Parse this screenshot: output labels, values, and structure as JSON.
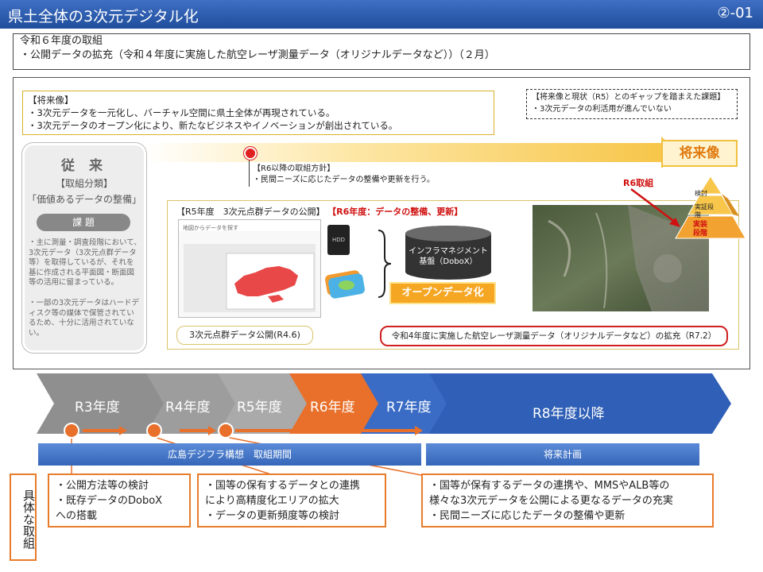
{
  "header": {
    "title": "県土全体の3次元デジタル化",
    "code": "②-01"
  },
  "intro": {
    "line1": "令和６年度の取組",
    "line2": "・公開データの拡充（令和４年度に実施した航空レーザ測量データ（オリジナルデータなど））（２月）"
  },
  "vision": {
    "heading": "【将来像】",
    "items": [
      "・3次元データを一元化し、バーチャル空間に県土全体が再現されている。",
      "・3次元データのオープン化により、新たなビジネスやイノベーションが創出されている。"
    ]
  },
  "gap": {
    "heading": "【将来像と現状（R5）とのギャップを踏まえた課題】",
    "item": "・3次元データの利活用が進んでいない"
  },
  "future_label": "将来像",
  "r6_policy": {
    "heading": "【R6以降の取組方針】",
    "item": "・民間ニーズに応じたデータの整備や更新を行う。"
  },
  "conventional": {
    "title": "従 来",
    "category": "【取組分類】",
    "value": "「価値あるデータの整備」",
    "issue_label": "課 題",
    "p1": "・主に測量・調査段階において、3次元データ（3次元点群データ等）を取得しているが、それを基に作成される平面図・断面図等の活用に留まっている。",
    "p2": "・一部の3次元データはハードディスク等の媒体で保管されているため、十分に活用されていない。"
  },
  "r5": {
    "label": "【R5年度　3次元点群データの公開】",
    "r6_label": "【R6年度：データの整備、更新】",
    "screenshot_title": "地図からデータを探す",
    "hdd_label": "HDD",
    "db_line1": "インフラマネジメント",
    "db_line2": "基盤（DoboX）",
    "open_data": "オープンデータ化",
    "r46": "3次元点群データ公開(R4.6)",
    "r72": "令和4年度に実施した航空レーザ測量データ（オリジナルデータなど）の拡充（R7.2）"
  },
  "r6_torikumi": "R6取組",
  "pyramid": {
    "top": "検討",
    "mid": "実証段階",
    "bottom": "実装段階"
  },
  "timeline": {
    "years": [
      "R3年度",
      "R4年度",
      "R5年度",
      "R6年度",
      "R7年度",
      "R8年度以降"
    ],
    "period1": "広島デジフラ構想　取組期間",
    "period2": "将来計画"
  },
  "concrete": {
    "label": "具体な取組",
    "box1": [
      "・公開方法等の検討",
      "・既存データのDoboX",
      "への搭載"
    ],
    "box2": [
      "・国等の保有するデータとの連携",
      "により高精度化エリアの拡大",
      "・データの更新頻度等の検討"
    ],
    "box3": [
      "・国等が保有するデータの連携や、MMSやALB等の",
      "様々な3次元データを公開による更なるデータの充実",
      "・民間ニーズに応じたデータの整備や更新"
    ]
  },
  "colors": {
    "header": "#2a5caa",
    "accent": "#e87b2a",
    "gold": "#f7c64a",
    "red": "#d01010"
  }
}
